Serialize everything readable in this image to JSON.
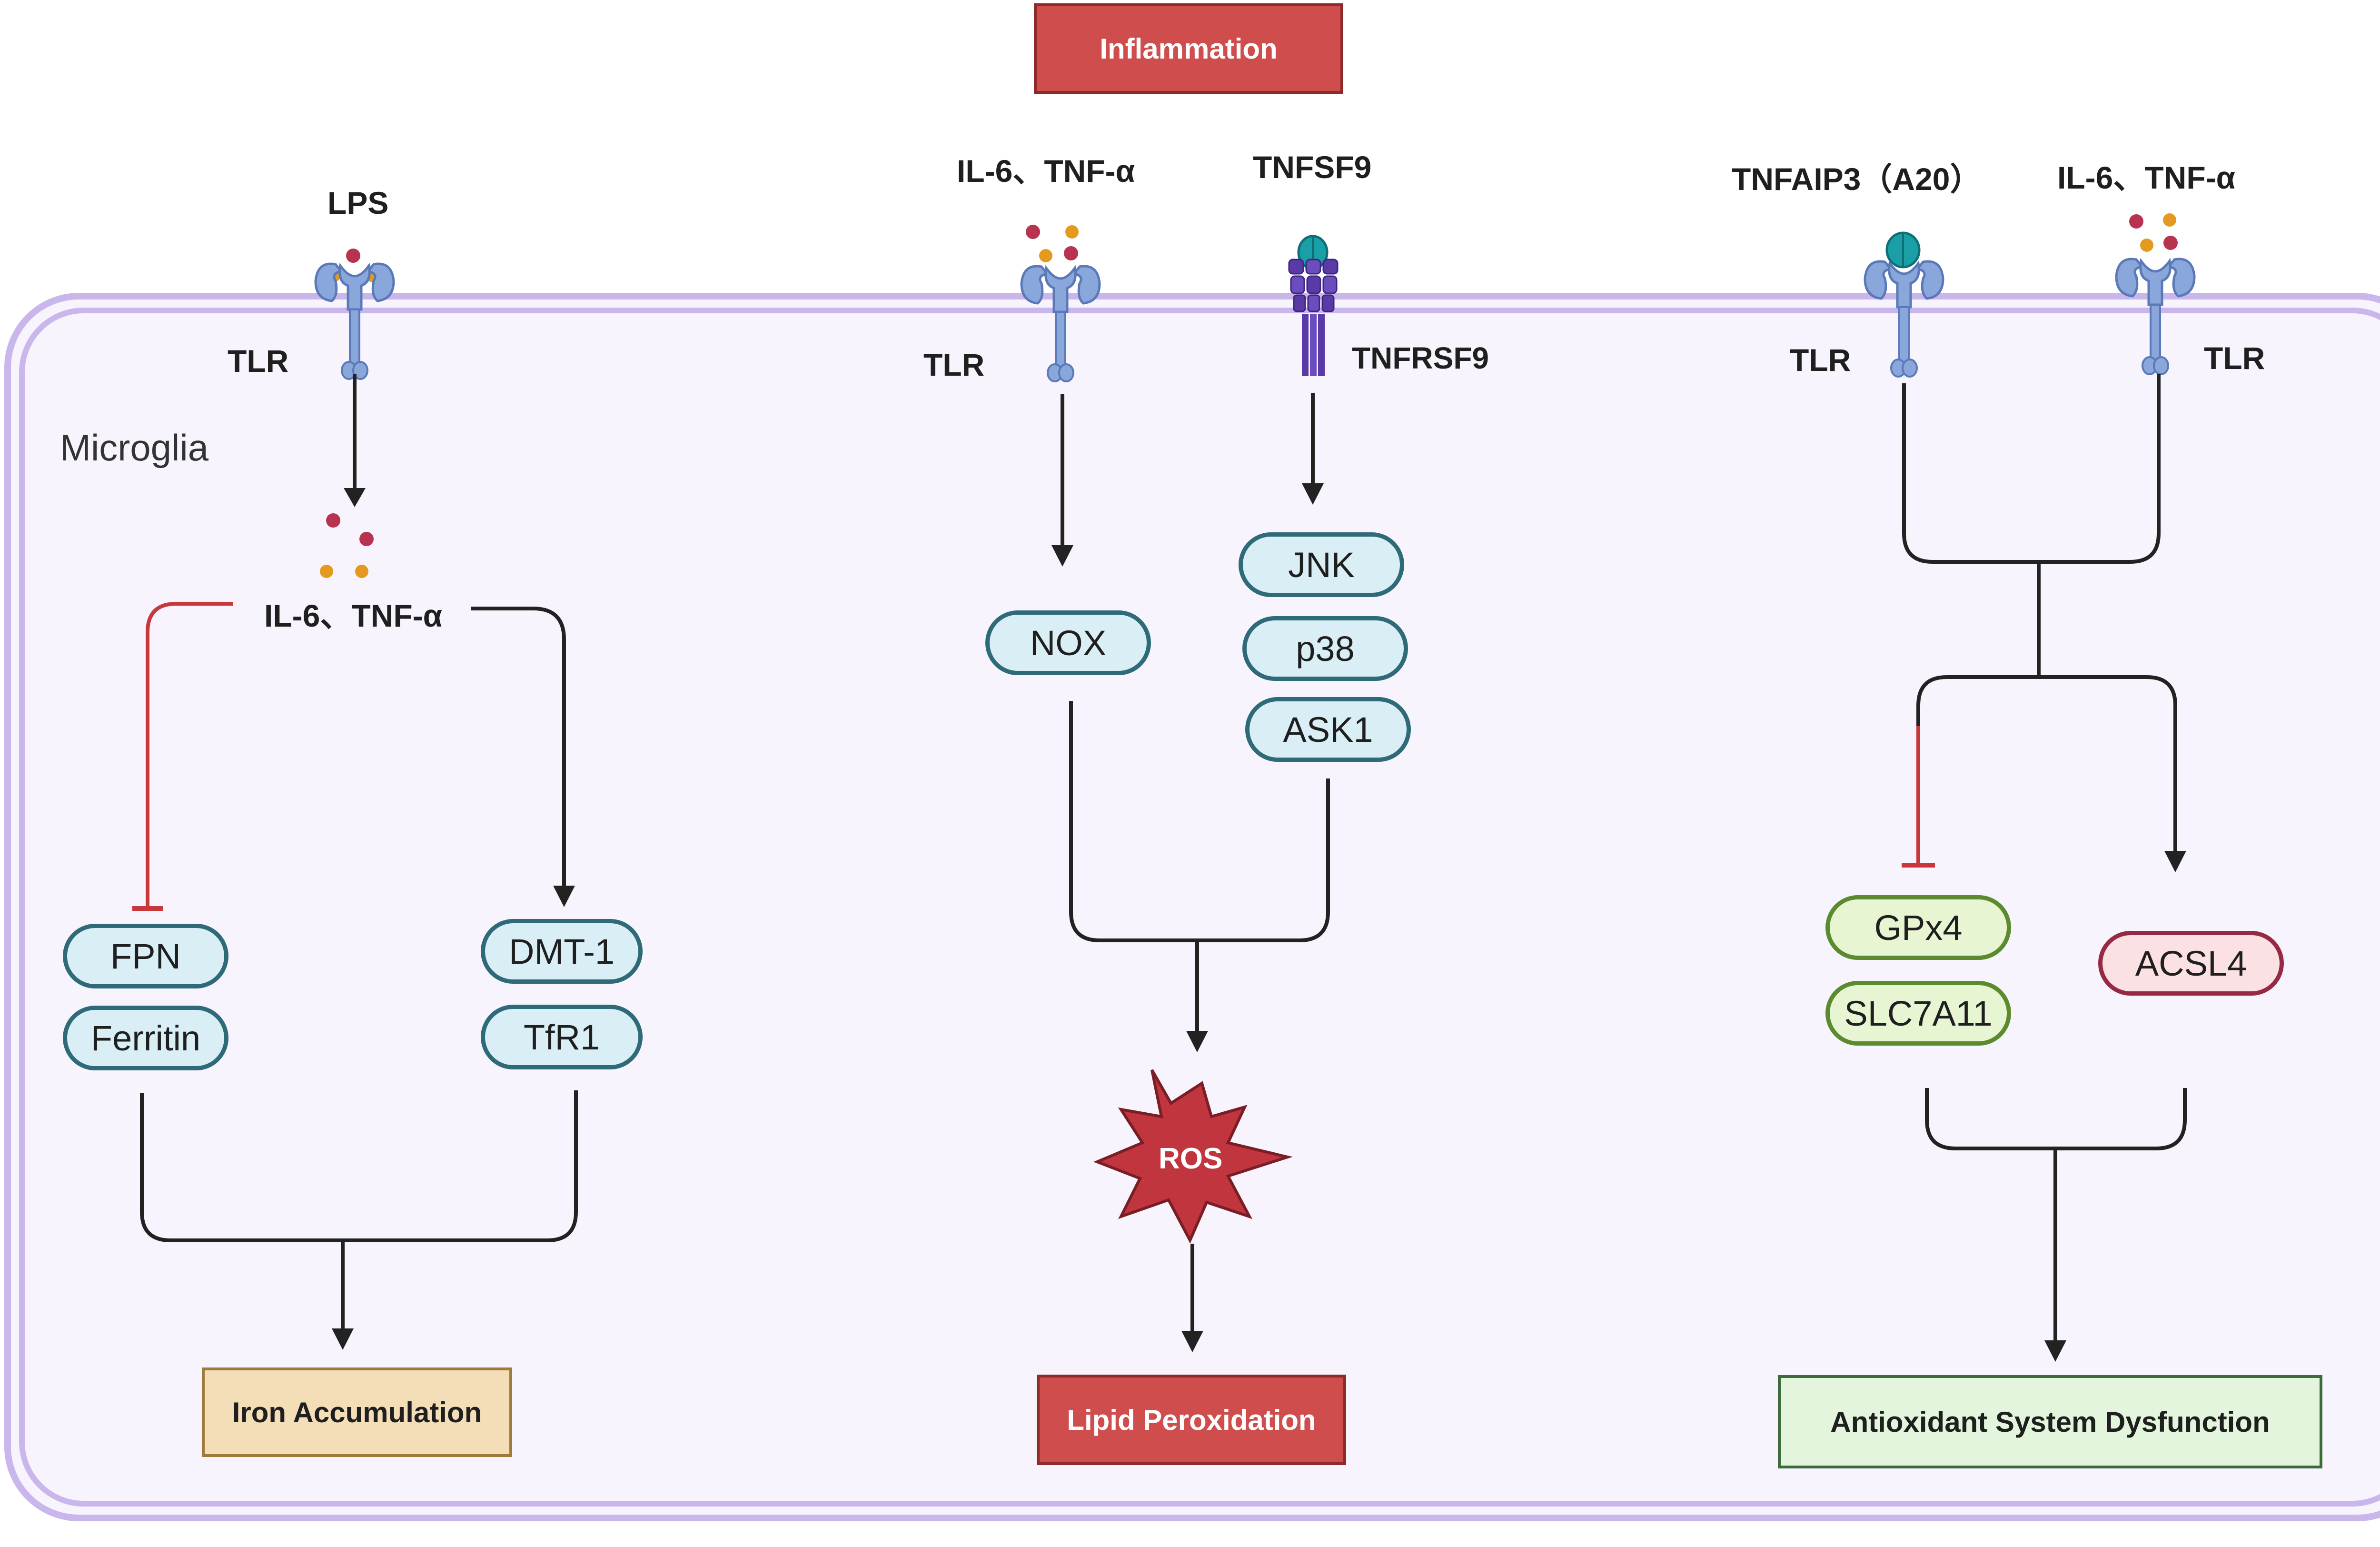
{
  "cell_label": "Microglia",
  "inflammation": "Inflammation",
  "panel_left": {
    "ligand": "LPS",
    "receptor": "TLR",
    "cytokines": "IL-6、TNF-α",
    "inhibited": [
      "FPN",
      "Ferritin"
    ],
    "promoted": [
      "DMT-1",
      "TfR1"
    ],
    "outcome": "Iron Accumulation"
  },
  "panel_middle": {
    "ligand_a": "IL-6、TNF-α",
    "receptor_a": "TLR",
    "ligand_b": "TNFSF9",
    "receptor_b": "TNFRSF9",
    "nox": "NOX",
    "kinases": [
      "JNK",
      "p38",
      "ASK1"
    ],
    "ros": "ROS",
    "outcome": "Lipid Peroxidation"
  },
  "panel_right": {
    "ligand_a": "TNFAIP3（A20）",
    "receptor_a": "TLR",
    "ligand_b": "IL-6、TNF-α",
    "receptor_b": "TLR",
    "inhibited": [
      "GPx4",
      "SLC7A11"
    ],
    "promoted": "ACSL4",
    "outcome": "Antioxidant System Dysfunction"
  },
  "colors": {
    "membrane": "#c9b7ec",
    "cell_fill": "#f7f4fd",
    "receptor": "#8aa7dc",
    "inhibit_line": "#c8373a",
    "arrow": "#222222",
    "cytokine_red": "#b8334f",
    "cytokine_orange": "#e39a1f",
    "ros": "#c0353e"
  },
  "icons": [
    "tlr-receptor-icon",
    "tnfrsf9-receptor-icon",
    "cytokine-dot-icon",
    "ros-burst-icon"
  ]
}
